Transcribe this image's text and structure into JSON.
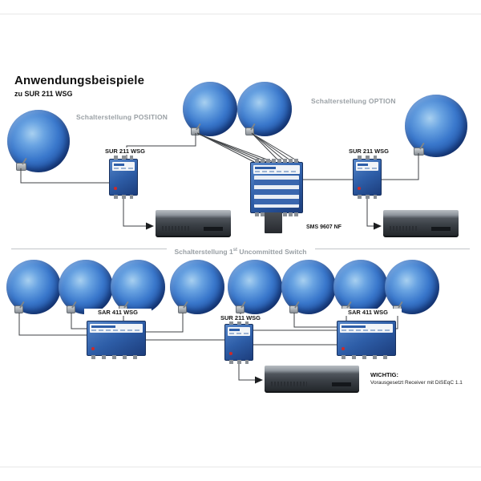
{
  "header": {
    "title": "Anwendungsbeispiele",
    "subtitle": "zu SUR 211 WSG"
  },
  "scenarios": {
    "position": "Schalterstellung POSITION",
    "option": "Schalterstellung OPTION",
    "uncommitted_prefix": "Schalterstellung 1",
    "uncommitted_sup": "st",
    "uncommitted_suffix": " Uncommitted Switch"
  },
  "devices": {
    "sur211_top_left": "SUR 211 WSG",
    "sur211_top_right": "SUR 211 WSG",
    "multiswitch": "SMS 9607 NF",
    "sar411_left": "SAR 411 WSG",
    "sur211_bottom": "SUR 211 WSG",
    "sar411_right": "SAR 411 WSG"
  },
  "note": {
    "heading": "WICHTIG:",
    "body": "Vorausgesetzt Receiver mit DiSEqC 1.1"
  },
  "colors": {
    "dish_blue": "#3a78cc",
    "device_blue": "#2e5ea8",
    "accent_red": "#cc2a2a",
    "cable_gray": "#3f4245",
    "label_gray": "#9aa0a5",
    "receiver_dark": "#2b3036"
  }
}
